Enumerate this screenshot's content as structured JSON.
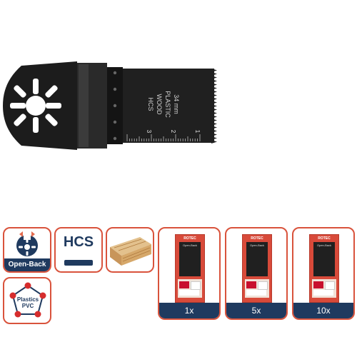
{
  "product": {
    "blade_print": [
      "HCS",
      "WOOD",
      "PLASTIC",
      "34 mm"
    ],
    "scale_numbers": [
      "1",
      "2",
      "3"
    ]
  },
  "features": {
    "open_back": {
      "label": "Open-Back"
    },
    "hcs": {
      "label": "HCS"
    },
    "plastics": {
      "line1": "Plastics",
      "line2": "PVC"
    }
  },
  "packs": [
    {
      "brand": "ROTEC",
      "box_label": "Open-Back",
      "quantity": "1x"
    },
    {
      "brand": "ROTEC",
      "box_label": "Open-Back",
      "quantity": "5x"
    },
    {
      "brand": "ROTEC",
      "box_label": "Open-Back",
      "quantity": "10x"
    }
  ],
  "colors": {
    "accent": "#d9533c",
    "navy": "#1f3a5f",
    "blade": "#1c1c1c",
    "wood": "#d6b07a"
  }
}
